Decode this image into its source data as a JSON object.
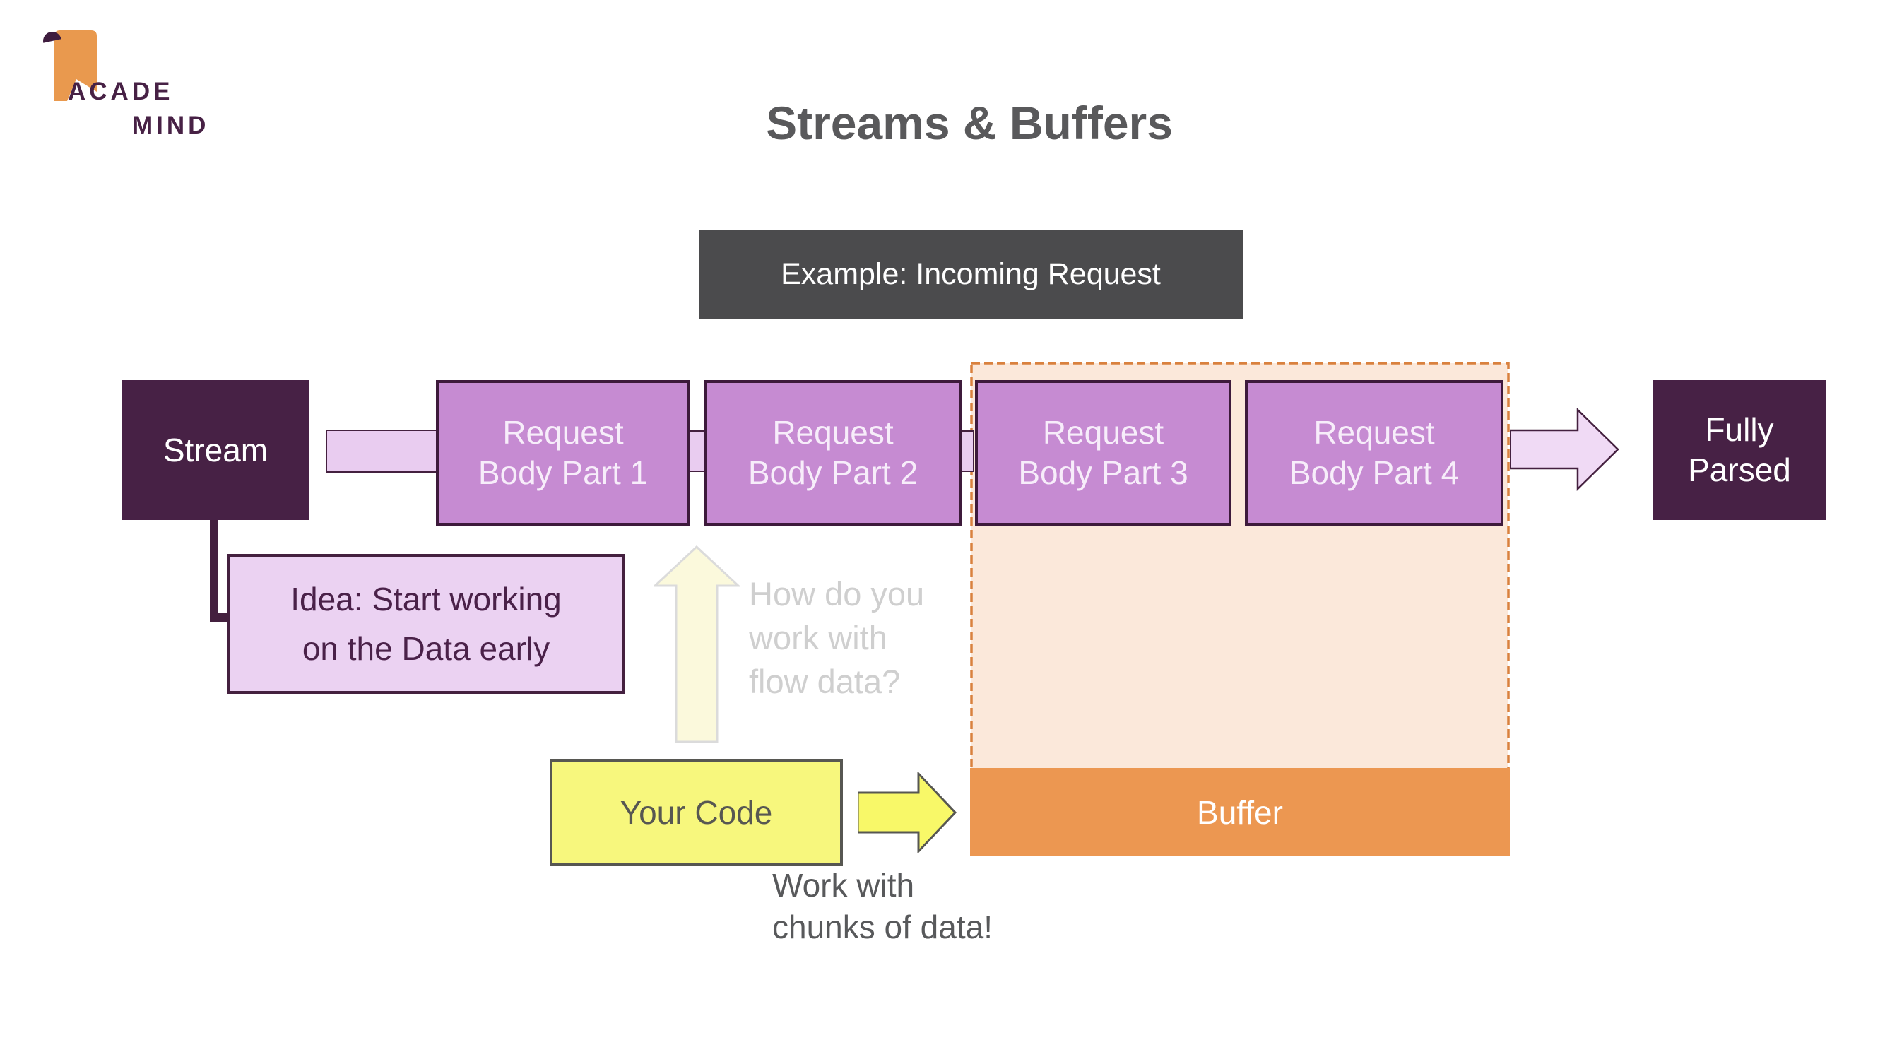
{
  "slide": {
    "title": "Streams & Buffers"
  },
  "logo": {
    "word_top": "ACADE",
    "word_bottom": "MIND"
  },
  "banner": {
    "label": "Example: Incoming Request"
  },
  "flow": {
    "stream": {
      "label": "Stream"
    },
    "parts": [
      {
        "line1": "Request",
        "line2": "Body Part 1"
      },
      {
        "line1": "Request",
        "line2": "Body Part 2"
      },
      {
        "line1": "Request",
        "line2": "Body Part 3"
      },
      {
        "line1": "Request",
        "line2": "Body Part 4"
      }
    ],
    "fully_parsed": {
      "line1": "Fully",
      "line2": "Parsed"
    }
  },
  "idea_note": {
    "line1": "Idea: Start working",
    "line2": "on the Data early"
  },
  "question": {
    "line1": "How do you",
    "line2": "work with",
    "line3": "flow data?"
  },
  "your_code": {
    "label": "Your Code"
  },
  "buffer": {
    "label": "Buffer"
  },
  "chunks_note": {
    "line1": "Work with",
    "line2": "chunks of data!"
  },
  "colors": {
    "title_text": "#59595B",
    "banner_bg": "#4B4B4D",
    "dark_purple_box": "#472145",
    "request_box_fill": "#C68BD2",
    "request_box_border": "#3D1A3B",
    "connector_fill": "#E9CCF0",
    "idea_box_fill": "#EBD2F2",
    "buffer_container_fill": "#FBE8DA",
    "buffer_container_dash": "#D9813E",
    "buffer_bar": "#EC9751",
    "your_code_fill": "#F7F77D",
    "yellow_arrow_fill": "#F8F868",
    "pale_arrow_fill": "#FBF9DC",
    "purple_arrow_fill": "#F0DAF5",
    "faded_text": "#CFCFCF",
    "note_text": "#58595B",
    "logo_orange": "#E9994E",
    "logo_purple": "#472145"
  }
}
